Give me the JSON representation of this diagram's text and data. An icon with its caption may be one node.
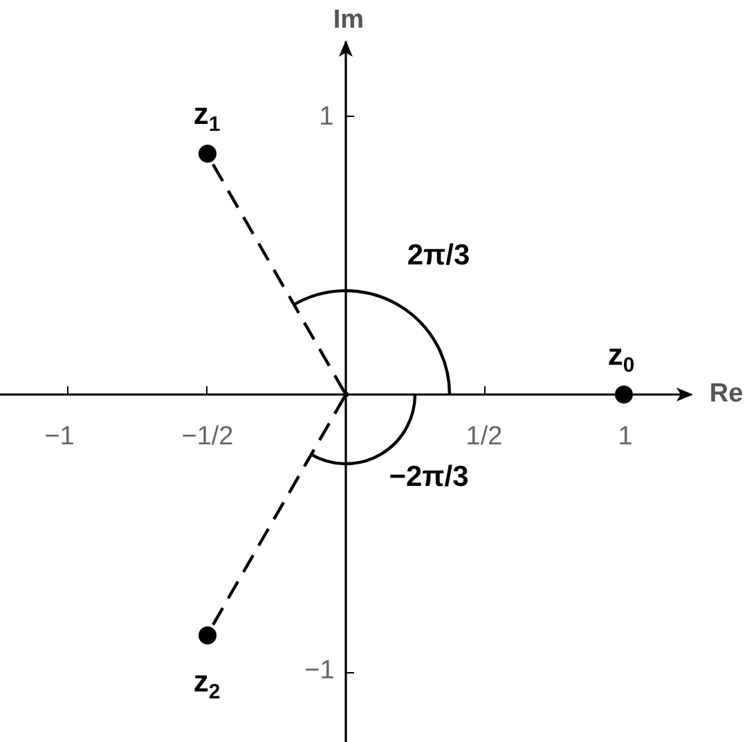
{
  "diagram": {
    "nodes": [
      {
        "text": [],
        "shape": "circle",
        "beside": [
          "z$_{1}$"
        ]
      },
      {
        "text": [],
        "shape": "point"
      },
      {
        "text": [],
        "shape": "circle",
        "beside": [
          "z$_{0}$"
        ]
      },
      {
        "text": [],
        "shape": "circle",
        "beside": [
          "z$_{2}$"
        ]
      }
    ],
    "edges": [
      {
        "from": 1,
        "to": 0,
        "arrow": "none",
        "style": "dashed"
      },
      {
        "from": 1,
        "to": 3,
        "arrow": "none",
        "style": "dashed"
      }
    ],
    "labels": [
      "Im",
      "1",
      "2π/3",
      "Re",
      "−1",
      "−1/2",
      "1/2",
      "1",
      "−2π/3",
      "−1"
    ]
  }
}
